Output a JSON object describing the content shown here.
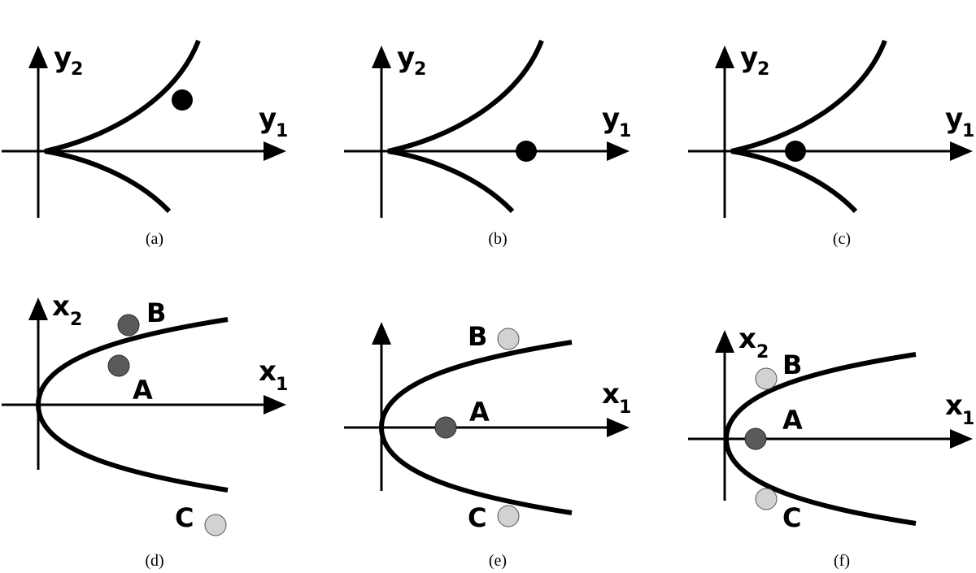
{
  "colors": {
    "ink": "#000000",
    "point_dark": "#5a5a5a",
    "point_light": "#d2d2d2",
    "point_black": "#000000"
  },
  "panels": {
    "a": {
      "caption": "(a)",
      "x_label": "y",
      "x_sub": "1",
      "y_label": "y",
      "y_sub": "2"
    },
    "b": {
      "caption": "(b)",
      "x_label": "y",
      "x_sub": "1",
      "y_label": "y",
      "y_sub": "2"
    },
    "c": {
      "caption": "(c)",
      "x_label": "y",
      "x_sub": "1",
      "y_label": "y",
      "y_sub": "2"
    },
    "d": {
      "caption": "(d)",
      "x_label": "x",
      "x_sub": "1",
      "y_label": "x",
      "y_sub": "2",
      "points": {
        "A": "A",
        "B": "B",
        "C": "C"
      }
    },
    "e": {
      "caption": "(e)",
      "x_label": "x",
      "x_sub": "1",
      "points": {
        "A": "A",
        "B": "B",
        "C": "C"
      }
    },
    "f": {
      "caption": "(f)",
      "x_label": "x",
      "x_sub": "1",
      "y_label": "x",
      "y_sub": "2",
      "points": {
        "A": "A",
        "B": "B",
        "C": "C"
      }
    }
  }
}
